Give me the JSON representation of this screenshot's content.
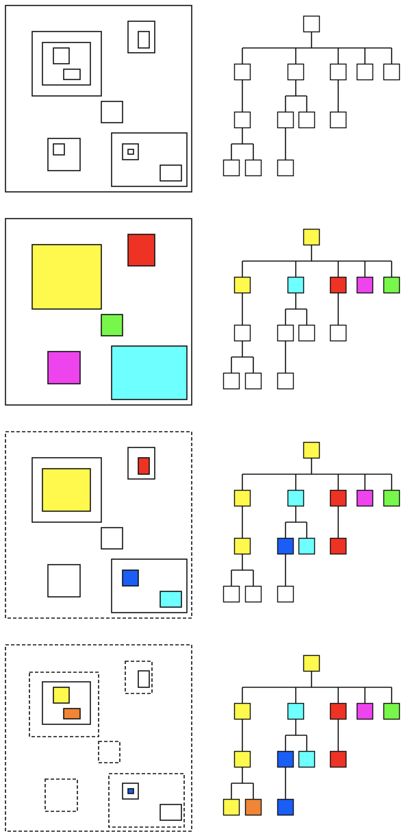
{
  "colors": {
    "white": "#ffffff",
    "yellow": "#fff94d",
    "red": "#ee3324",
    "cyan": "#6effff",
    "magenta": "#ee44ee",
    "green": "#77f74a",
    "blue": "#1a5ef5",
    "orange": "#f08535",
    "stroke": "#111111"
  },
  "tree_nodes": [
    "root",
    "c1",
    "c2",
    "c3",
    "c4",
    "c5",
    "c1a",
    "c2a",
    "c2b",
    "c3a",
    "c1a1",
    "c1a2",
    "c2a1"
  ],
  "panels": [
    {
      "name": "stage-1-outline",
      "rects": {
        "outer": [
          "white",
          "solid"
        ],
        "A": [
          "white",
          "solid"
        ],
        "A1": [
          "white",
          "solid"
        ],
        "A1a": [
          "white",
          "solid"
        ],
        "A1b": [
          "white",
          "solid"
        ],
        "B": [
          "white",
          "solid"
        ],
        "B1": [
          "white",
          "solid"
        ],
        "C": [
          "white",
          "solid"
        ],
        "D": [
          "white",
          "solid"
        ],
        "D1": [
          "white",
          "solid"
        ],
        "E": [
          "white",
          "solid"
        ],
        "E1": [
          "white",
          "solid"
        ],
        "E1a": [
          "white",
          "solid"
        ],
        "E2": [
          "white",
          "solid"
        ]
      },
      "tree": [
        "white",
        "white",
        "white",
        "white",
        "white",
        "white",
        "white",
        "white",
        "white",
        "white",
        "white",
        "white",
        "white"
      ]
    },
    {
      "name": "stage-2-level1",
      "rects": {
        "outer": [
          "white",
          "solid"
        ],
        "A": [
          "yellow",
          "solid"
        ],
        "B": [
          "red",
          "solid"
        ],
        "C": [
          "green",
          "solid"
        ],
        "D": [
          "magenta",
          "solid"
        ],
        "E": [
          "cyan",
          "solid"
        ]
      },
      "tree": [
        "yellow",
        "yellow",
        "cyan",
        "red",
        "magenta",
        "green",
        "white",
        "white",
        "white",
        "white",
        "white",
        "white",
        "white"
      ]
    },
    {
      "name": "stage-3-level2",
      "rects": {
        "outer": [
          "white",
          "dashed"
        ],
        "A": [
          "white",
          "solid"
        ],
        "A1": [
          "yellow",
          "solid"
        ],
        "B": [
          "white",
          "solid"
        ],
        "B1": [
          "red",
          "solid"
        ],
        "C": [
          "white",
          "solid"
        ],
        "D": [
          "white",
          "solid"
        ],
        "E": [
          "white",
          "solid"
        ],
        "E1": [
          "blue",
          "solid"
        ],
        "E2": [
          "cyan",
          "solid"
        ]
      },
      "tree": [
        "yellow",
        "yellow",
        "cyan",
        "red",
        "magenta",
        "green",
        "yellow",
        "blue",
        "cyan",
        "red",
        "white",
        "white",
        "white"
      ]
    },
    {
      "name": "stage-4-level3",
      "rects": {
        "outer": [
          "white",
          "dashed"
        ],
        "A": [
          "white",
          "dashed"
        ],
        "A1": [
          "white",
          "solid"
        ],
        "A1a": [
          "yellow",
          "solid"
        ],
        "A1b": [
          "orange",
          "solid"
        ],
        "B": [
          "white",
          "dashed"
        ],
        "B1": [
          "white",
          "solid"
        ],
        "C": [
          "white",
          "dashed"
        ],
        "D": [
          "white",
          "dashed"
        ],
        "E": [
          "white",
          "dashed"
        ],
        "E1": [
          "white",
          "solid"
        ],
        "E1a": [
          "blue",
          "solid"
        ],
        "E2": [
          "white",
          "solid"
        ]
      },
      "tree": [
        "yellow",
        "yellow",
        "cyan",
        "red",
        "magenta",
        "green",
        "yellow",
        "blue",
        "cyan",
        "red",
        "yellow",
        "orange",
        "blue"
      ]
    }
  ]
}
